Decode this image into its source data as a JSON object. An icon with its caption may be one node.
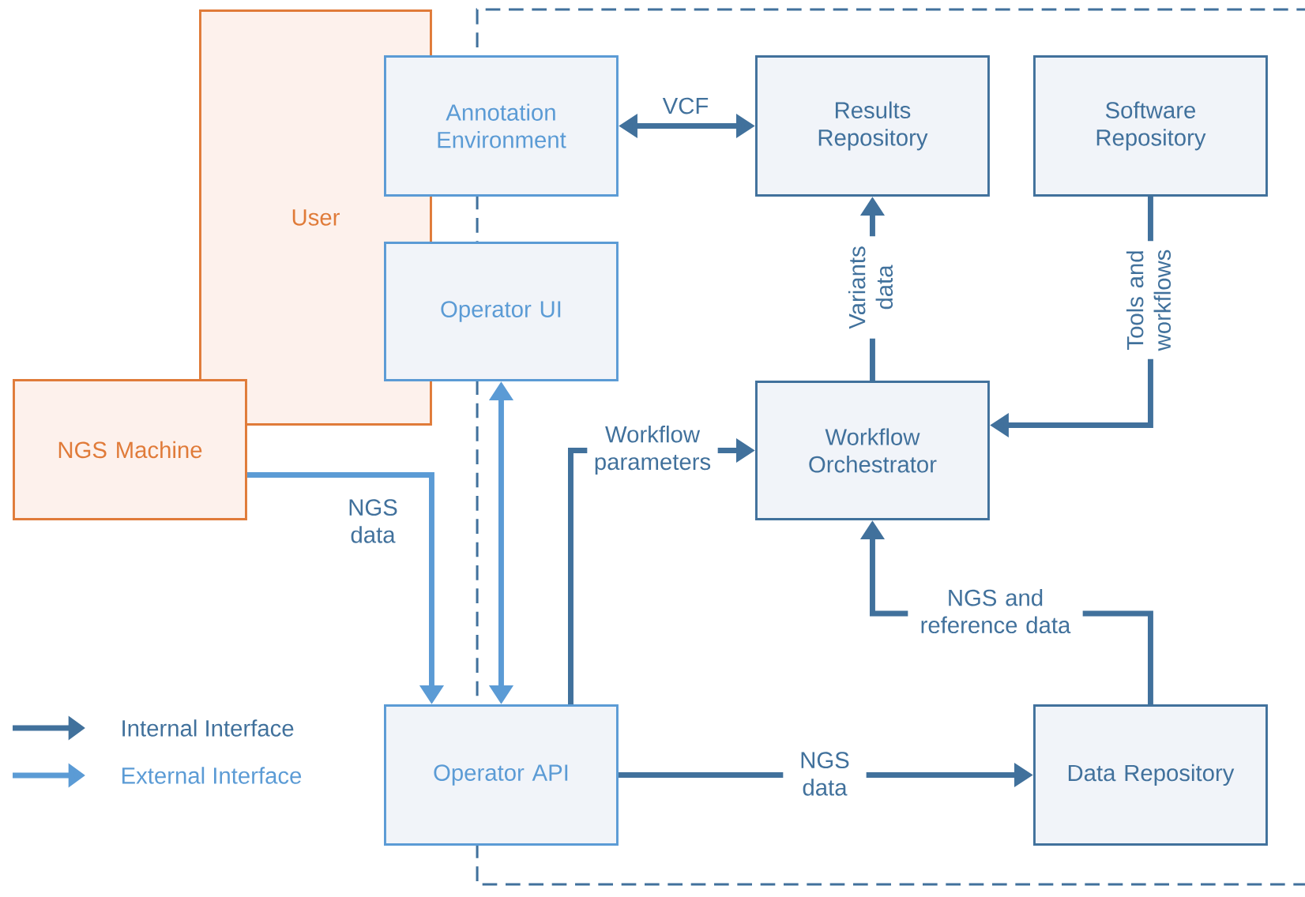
{
  "diagram": {
    "nodes": [
      {
        "text": [
          "User"
        ]
      },
      {
        "text": [
          "NGS Machine"
        ]
      },
      {
        "text": [
          "Annotation Environment"
        ]
      },
      {
        "text": [
          "Operator UI"
        ]
      },
      {
        "text": [
          "Results Repository"
        ]
      },
      {
        "text": [
          "Software Repository"
        ]
      },
      {
        "text": [
          "Workflow Orchestrator"
        ]
      },
      {
        "text": [
          "Operator API"
        ]
      },
      {
        "text": [
          "Data Repository"
        ]
      }
    ],
    "edges": [
      {
        "from": 1,
        "to": 7,
        "arrow": "to",
        "label": "NGS data",
        "color": "#5b9bd5"
      },
      {
        "from": 3,
        "to": 7,
        "arrow": "both",
        "color": "#5b9bd5"
      },
      {
        "from": 2,
        "to": 4,
        "arrow": "both",
        "label": "VCF"
      },
      {
        "from": 6,
        "to": 4,
        "arrow": "to",
        "label": "Variants data"
      },
      {
        "from": 5,
        "to": 6,
        "arrow": "to",
        "label": "Tools and workflows"
      },
      {
        "from": 7,
        "to": 6,
        "arrow": "to",
        "label": "Workflow parameters"
      },
      {
        "from": 8,
        "to": 6,
        "arrow": "to",
        "label": "NGS and reference data"
      },
      {
        "from": 7,
        "to": 8,
        "arrow": "to",
        "label": "NGS data"
      }
    ],
    "legend": [
      {
        "text": "Internal Interface"
      },
      {
        "text": "External Interface"
      }
    ]
  }
}
